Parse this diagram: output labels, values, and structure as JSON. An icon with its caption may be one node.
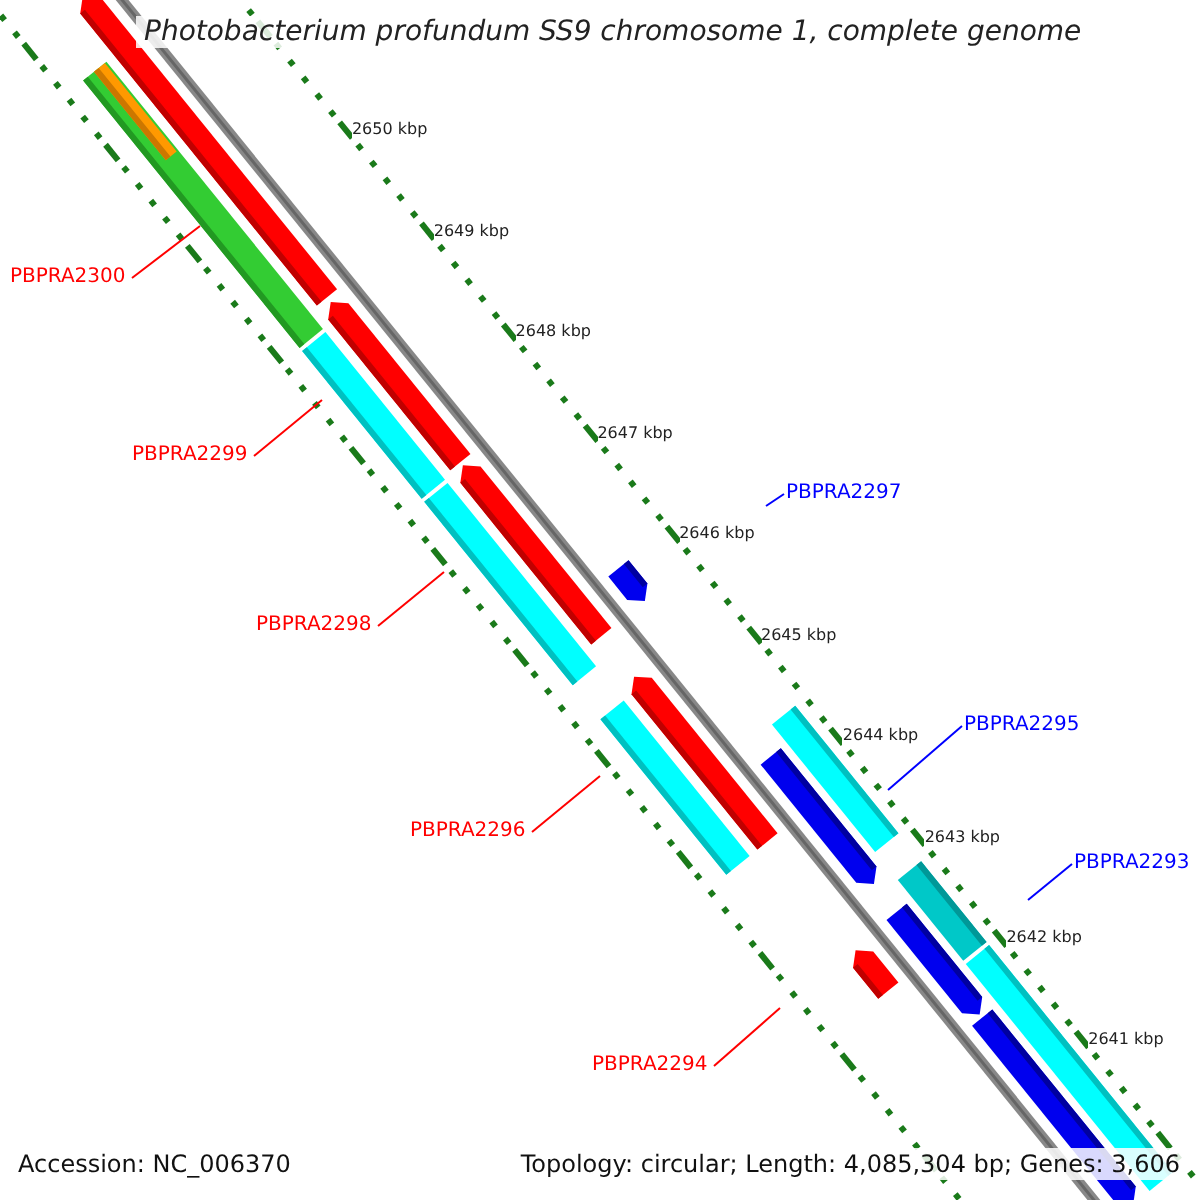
{
  "diagram": {
    "title": "Photobacterium profundum SS9 chromosome 1, complete genome",
    "nodes": [
      {
        "text": [
          "PBPRA2300"
        ]
      },
      {
        "text": [
          "PBPRA2299"
        ]
      },
      {
        "text": [
          "PBPRA2298"
        ]
      },
      {
        "text": [
          "PBPRA2297"
        ]
      },
      {
        "text": [
          "PBPRA2296"
        ]
      },
      {
        "text": [
          "PBPRA2295"
        ]
      },
      {
        "text": [
          "PBPRA2293"
        ]
      },
      {
        "text": [
          "PBPRA2294"
        ]
      }
    ],
    "edges": [
      {
        "from": 0,
        "to": null,
        "arrow": "none"
      },
      {
        "from": 1,
        "to": null,
        "arrow": "none"
      },
      {
        "from": 2,
        "to": null,
        "arrow": "none"
      },
      {
        "from": 3,
        "to": null,
        "arrow": "none",
        "color": "#0000ff"
      },
      {
        "from": 4,
        "to": null,
        "arrow": "none"
      },
      {
        "from": 5,
        "to": null,
        "arrow": "none",
        "color": "#0000ff"
      },
      {
        "from": 6,
        "to": null,
        "arrow": "none",
        "color": "#0000ff"
      },
      {
        "from": 7,
        "to": null,
        "arrow": "none"
      }
    ],
    "labels": [
      "2650 kbp",
      "2649 kbp",
      "2648 kbp",
      "2647 kbp",
      "2646 kbp",
      "2645 kbp",
      "2644 kbp",
      "2643 kbp",
      "2642 kbp",
      "2641 kbp",
      "Accession: NC_006370",
      "Topology: circular; Length: 4,085,304 bp; Genes: 3,606"
    ]
  }
}
